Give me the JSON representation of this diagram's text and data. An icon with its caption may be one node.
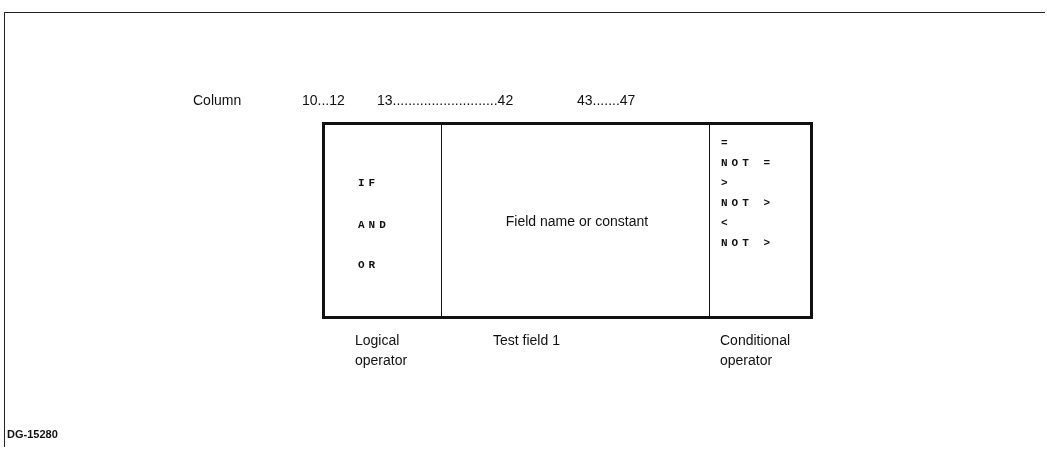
{
  "diagram": {
    "nodes": [
      {
        "text": [
          "IF",
          "AND",
          "OR"
        ]
      },
      {
        "text": [
          "Field name or constant"
        ]
      },
      {
        "text": [
          "=",
          "NOT =",
          ">",
          "NOT >",
          "<",
          "NOT >"
        ]
      }
    ],
    "edges": [],
    "labels": [
      "Column",
      "10...12",
      "13...........................42",
      "43.......47",
      "Logical operator",
      "Test field 1",
      "Conditional operator",
      "DG-15280"
    ]
  }
}
